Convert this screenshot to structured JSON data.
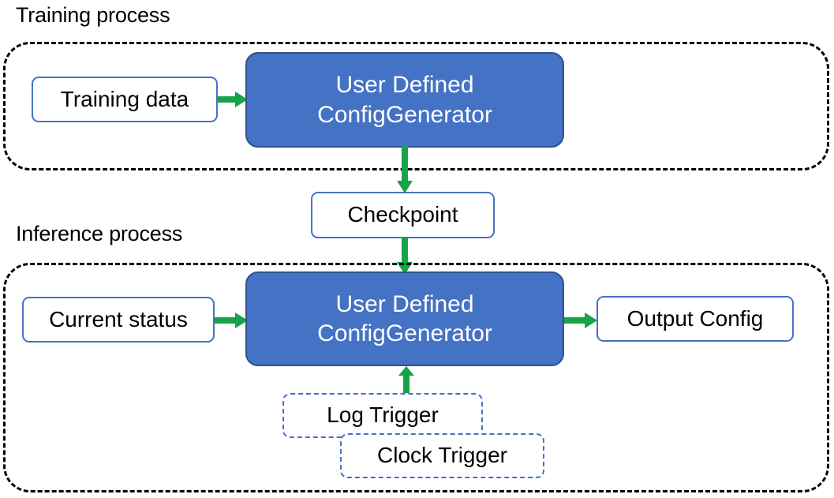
{
  "diagram": {
    "title_training": "Training process",
    "title_inference": "Inference process",
    "colors": {
      "node_fill": "#4472C4",
      "node_outline": "#4472C4",
      "arrow": "#16A34A",
      "container_border": "#000000",
      "text_dark": "#000000",
      "text_light": "#FFFFFF"
    }
  },
  "training": {
    "label": "Training process",
    "input_node": "Training data",
    "process_node_line1": "User Defined",
    "process_node_line2": "ConfigGenerator"
  },
  "bridge": {
    "checkpoint": "Checkpoint"
  },
  "inference": {
    "label": "Inference process",
    "input_node": "Current status",
    "process_node_line1": "User Defined",
    "process_node_line2": "ConfigGenerator",
    "output_node": "Output Config",
    "trigger_log": "Log Trigger",
    "trigger_clock": "Clock Trigger"
  }
}
